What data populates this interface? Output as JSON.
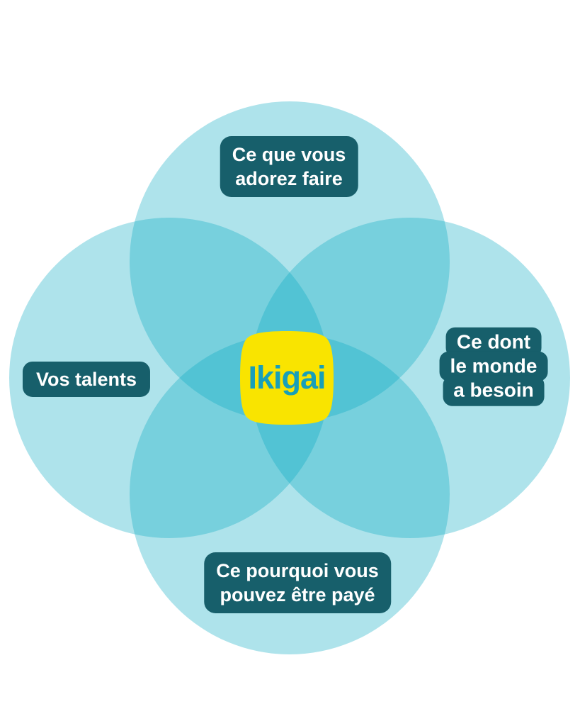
{
  "diagram": {
    "type": "venn-4",
    "center": {
      "title": "Ikigai"
    },
    "labels": {
      "top": "Ce que vous\nadorez faire",
      "right_lines": [
        "Ce dont",
        "le monde",
        "a besoin"
      ],
      "bottom": "Ce pourquoi vous\npouvez être payé",
      "left": "Vos talents"
    },
    "colors": {
      "background": "#ffffff",
      "circle_rgba": "rgba(10,170,195,0.33)",
      "circle_single_tone": "#aee1ec",
      "circle_double_tone": "#78d0de",
      "circle_core_tone": "#4cc3d5",
      "label_bg": "#175f6b",
      "label_text": "#ffffff",
      "center_bg": "#f9e400",
      "center_text": "#189fb9"
    }
  }
}
